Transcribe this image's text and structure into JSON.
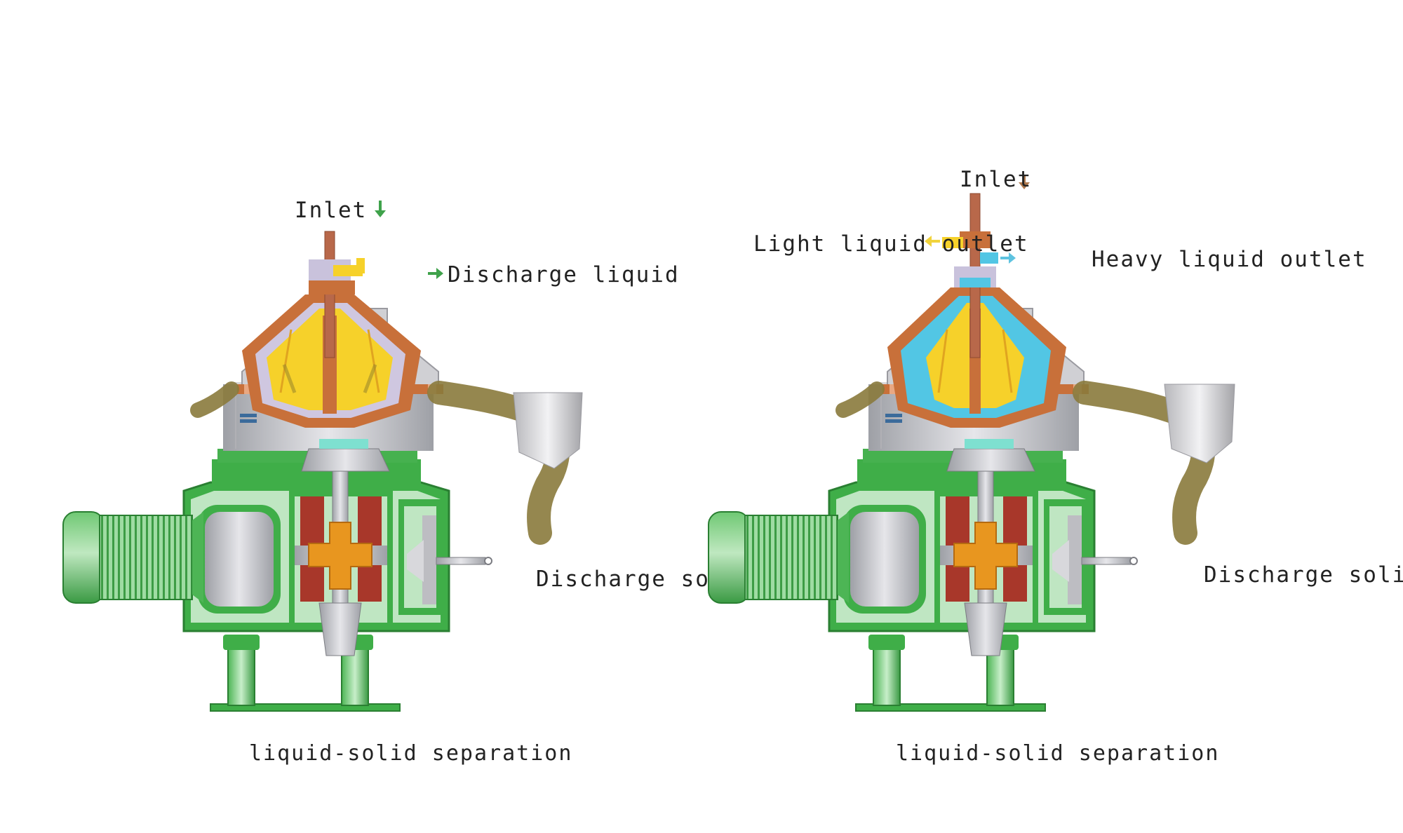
{
  "colors": {
    "background": "#ffffff",
    "frame_green": "#3fae48",
    "frame_green_light": "#bfe6c2",
    "frame_green_mid": "#8fd092",
    "steel": "#c9c9cc",
    "steel_dark": "#8f9095",
    "lavender": "#c9c2dc",
    "copper": "#c8703a",
    "disc_yellow": "#f6d12a",
    "heavy_cyan": "#52c6e4",
    "sludge": "#8a7a3c",
    "gear_red": "#a8372a",
    "gear_orange": "#e8961f",
    "arrow_green": "#3fa24b",
    "arrow_brown": "#b07a4e",
    "arrow_yellow": "#f1d33c",
    "arrow_cyan": "#5ec3e0",
    "text": "#222222"
  },
  "left_diagram": {
    "inlet": "Inlet",
    "discharge_liquid": "Discharge liquid",
    "discharge_solid": "Discharge solid",
    "caption": "liquid-solid separation",
    "disc_stack_color": "yellow",
    "inlet_arrow_color": "green",
    "outlet_arrow_color": "green"
  },
  "right_diagram": {
    "inlet": "Inlet",
    "light_liquid_outlet": "Light liquid outlet",
    "heavy_liquid_outlet": "Heavy liquid outlet",
    "discharge_solid": "Discharge solid",
    "caption": "liquid-solid separation",
    "disc_stack_color": "yellow",
    "heavy_phase_color": "cyan",
    "inlet_arrow_color": "brown",
    "light_outlet_arrow_color": "yellow",
    "heavy_outlet_arrow_color": "cyan"
  }
}
